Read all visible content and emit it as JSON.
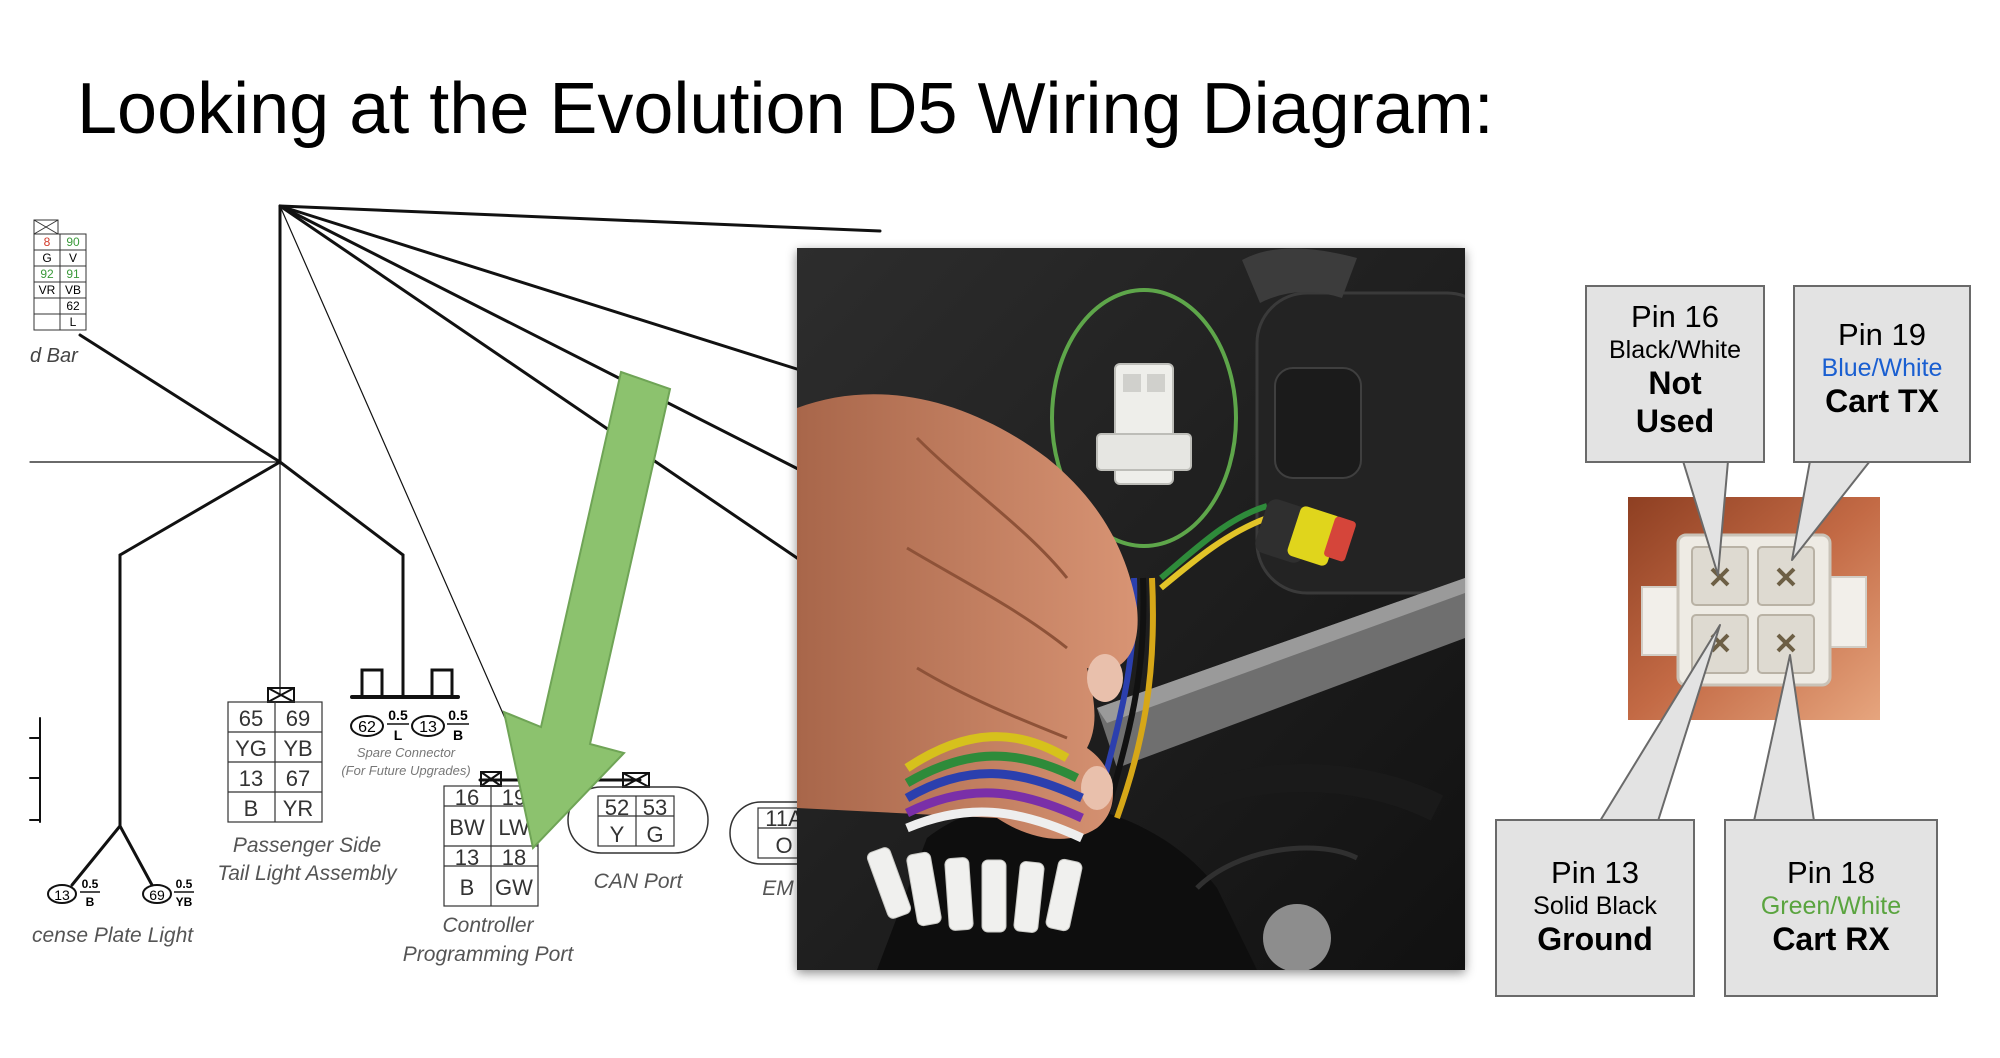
{
  "title": "Looking at the Evolution D5 Wiring Diagram:",
  "diagram": {
    "top_left_grid": {
      "rows": [
        [
          "8",
          "90"
        ],
        [
          "G",
          "V"
        ],
        [
          "92",
          "91"
        ],
        [
          "VR",
          "VB"
        ],
        [
          "",
          "62"
        ],
        [
          "",
          "L"
        ]
      ]
    },
    "head_bar_label": "d Bar",
    "passenger_side": {
      "cells": [
        "65",
        "69",
        "YG",
        "YB",
        "13",
        "67",
        "B",
        "YR"
      ],
      "label_line1": "Passenger Side",
      "label_line2": "Tail Light Assembly"
    },
    "spare": {
      "pin_a": "62",
      "size_a": "0.5",
      "color_a": "L",
      "pin_b": "13",
      "size_b": "0.5",
      "color_b": "B",
      "label_line1": "Spare Connector",
      "label_line2": "(For Future Upgrades)"
    },
    "controller": {
      "cells": [
        "16",
        "19",
        "BW",
        "LW",
        "13",
        "18",
        "B",
        "GW"
      ],
      "label_line1": "Controller",
      "label_line2": "Programming Port"
    },
    "can_port": {
      "cells": [
        "52",
        "53",
        "Y",
        "G"
      ],
      "label": "CAN Port"
    },
    "em_port": {
      "cells": [
        "11A",
        "O"
      ],
      "label": "EM"
    },
    "license_plate": {
      "pin_a": "13",
      "size_a": "0.5",
      "color_a": "B",
      "pin_b": "69",
      "size_b": "0.5",
      "color_b": "YB",
      "label": "cense Plate Light"
    }
  },
  "callouts": {
    "pin16": {
      "pin": "Pin 16",
      "wire": "Black/White",
      "function_line1": "Not",
      "function_line2": "Used"
    },
    "pin19": {
      "pin": "Pin 19",
      "wire": "Blue/White",
      "function": "Cart TX"
    },
    "pin13": {
      "pin": "Pin 13",
      "wire": "Solid Black",
      "function": "Ground"
    },
    "pin18": {
      "pin": "Pin 18",
      "wire": "Green/White",
      "function": "Cart RX"
    }
  },
  "colors": {
    "arrow": "#8cc26e",
    "circle": "#5ea64a",
    "blue_text": "#1a5fd1",
    "green_text": "#5aa43f",
    "callout_bg": "#e3e3e3"
  }
}
